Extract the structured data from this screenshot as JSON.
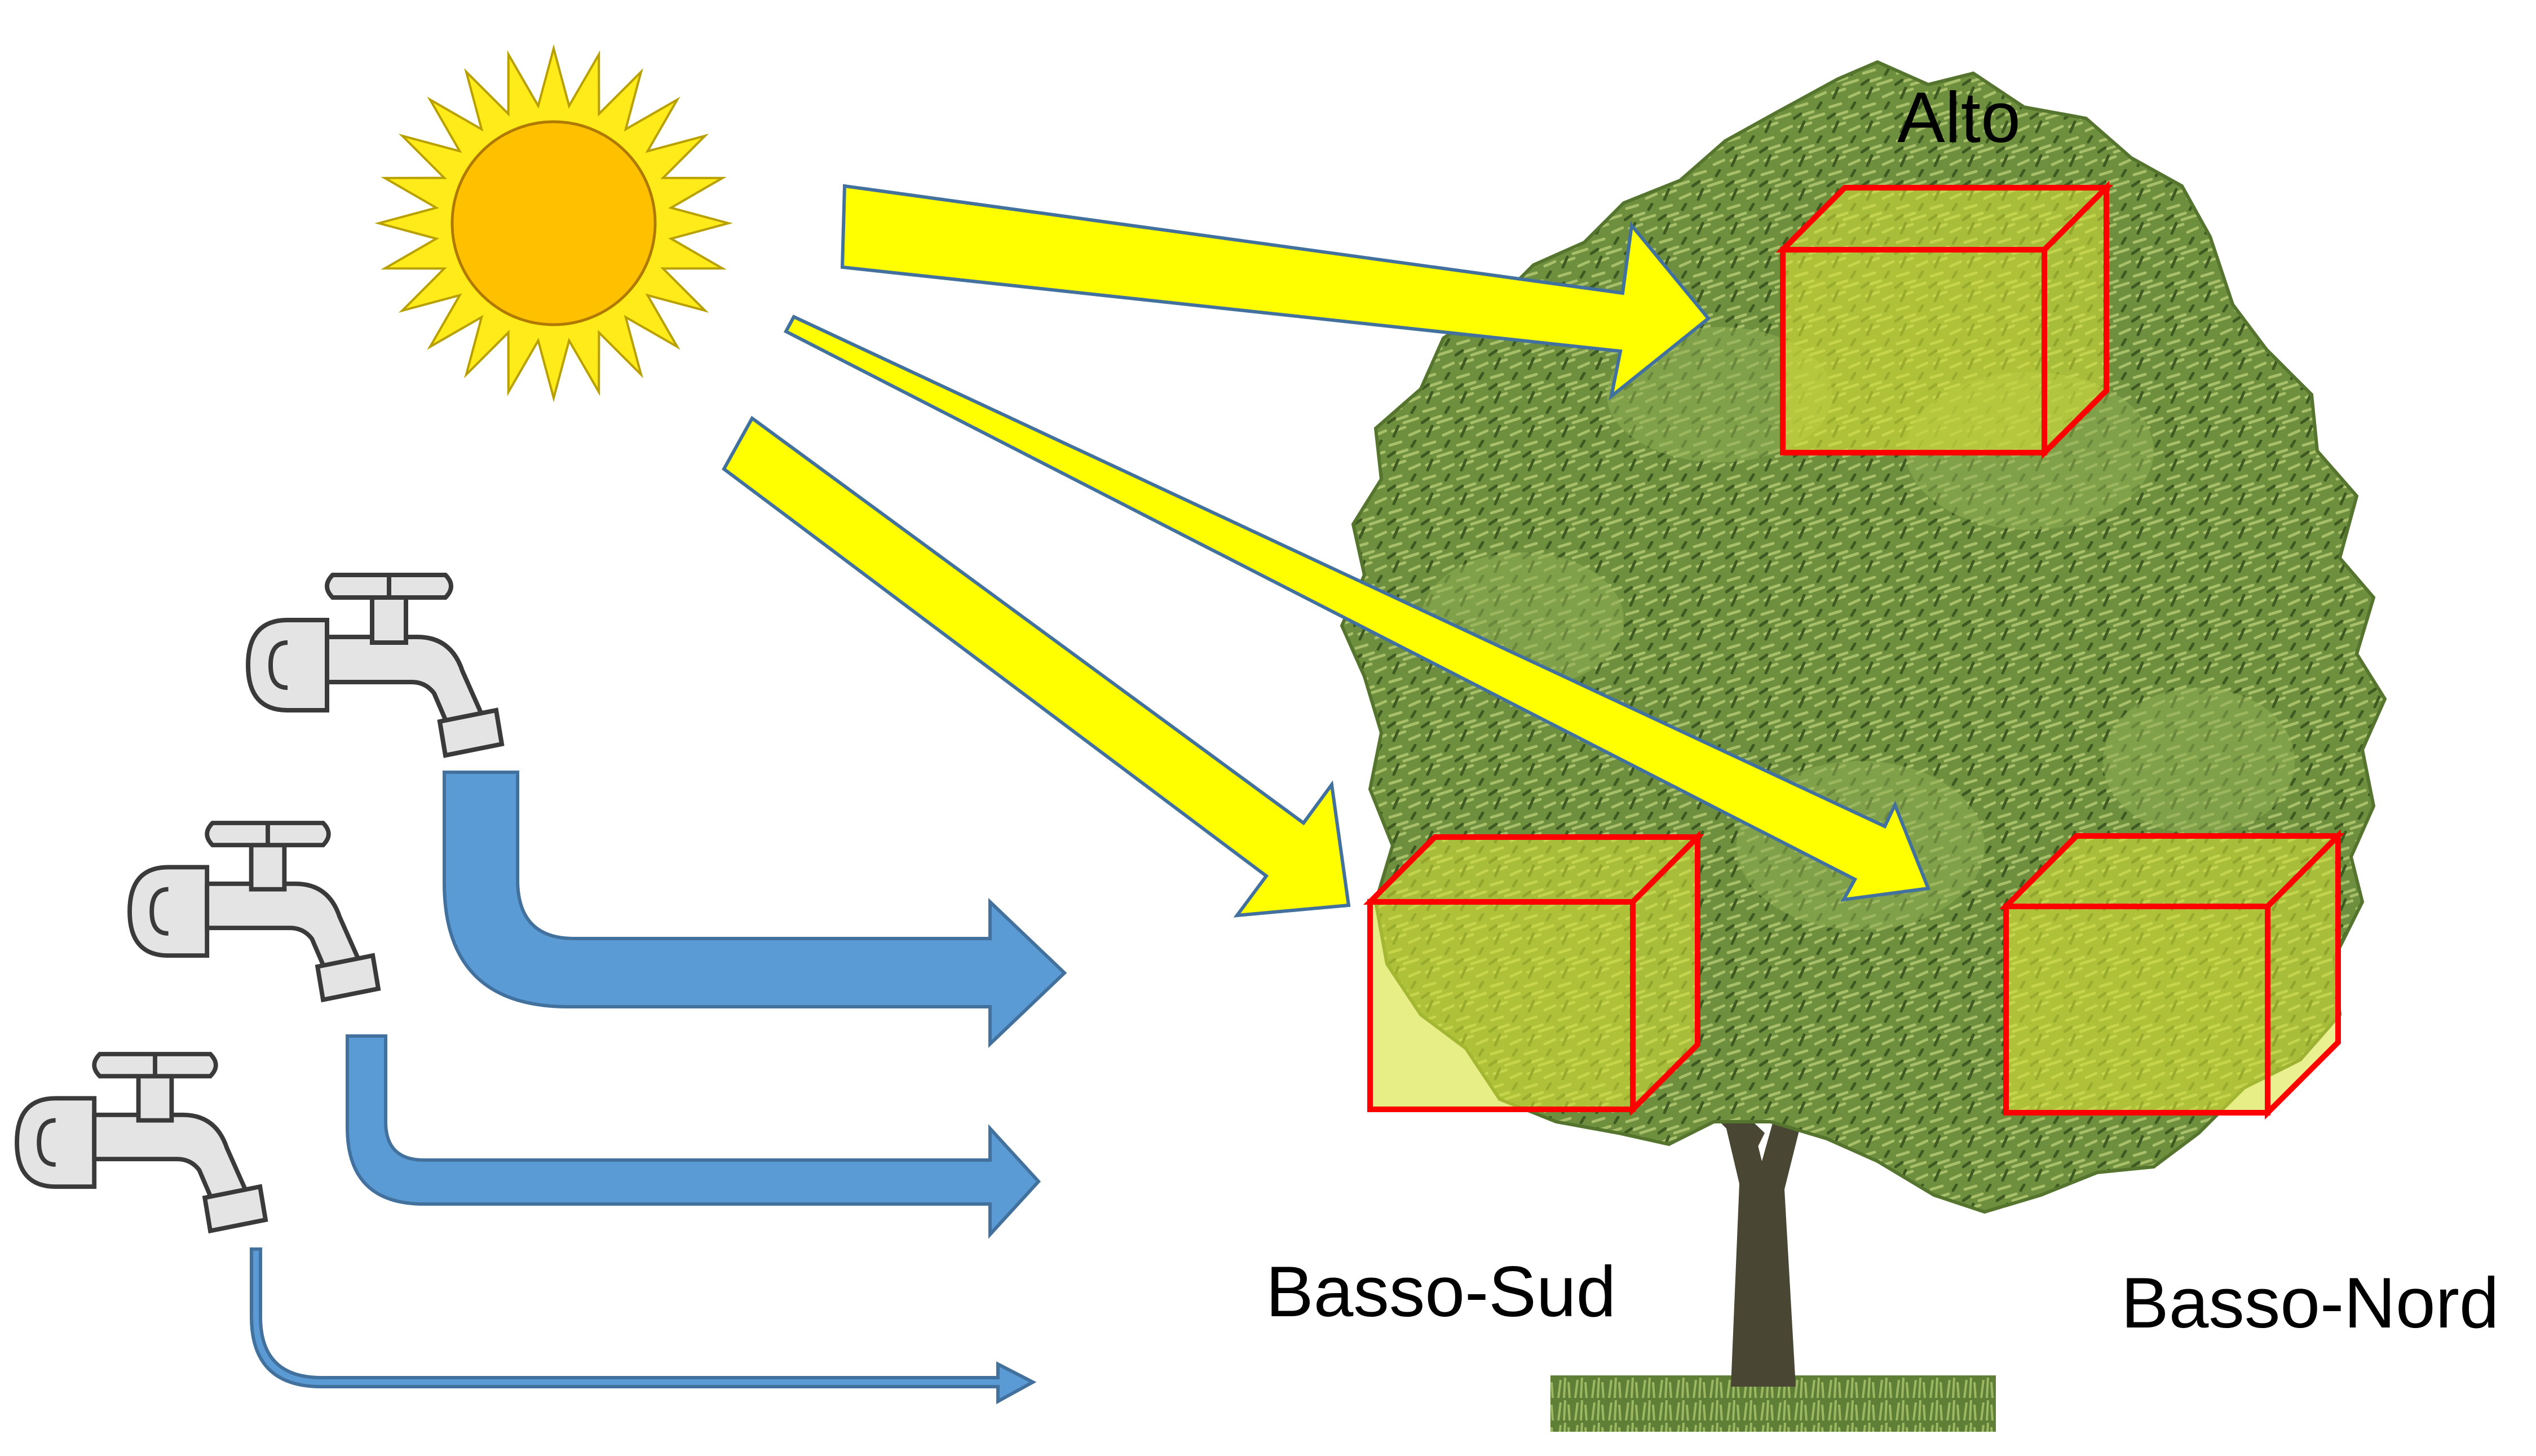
{
  "labels": {
    "top": "Alto",
    "low_south": "Basso-Sud",
    "low_north": "Basso-Nord"
  },
  "colors": {
    "sun_disc": "#FFC000",
    "sun_rays": "#FFEB1A",
    "light_arrow": "#FFFF00",
    "water_arrow": "#5B9BD5",
    "box_outline": "#FF0000",
    "box_fill": "#D8E335",
    "foliage": "#6B8E3A"
  },
  "icons": {
    "sun": "sun-icon",
    "tap": "water-tap-icon",
    "tree": "olive-tree-picture"
  }
}
